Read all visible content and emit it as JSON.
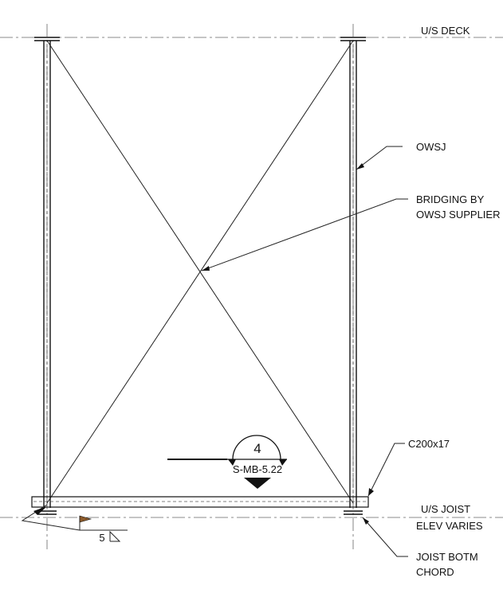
{
  "labels": {
    "us_deck": "U/S DECK",
    "owsj": "OWSJ",
    "bridging_line1": "BRIDGING BY",
    "bridging_line2": "OWSJ SUPPLIER",
    "channel": "C200x17",
    "us_joist": "U/S JOIST",
    "elev_varies": "ELEV VARIES",
    "joist_botm_line1": "JOIST BOTM",
    "joist_botm_line2": "CHORD"
  },
  "section_marker": {
    "number": "4",
    "sheet": "S-MB-5.22"
  },
  "weld_symbol": {
    "size": "5"
  },
  "colors": {
    "line": "#111111",
    "flag": "#8b5a2b"
  }
}
